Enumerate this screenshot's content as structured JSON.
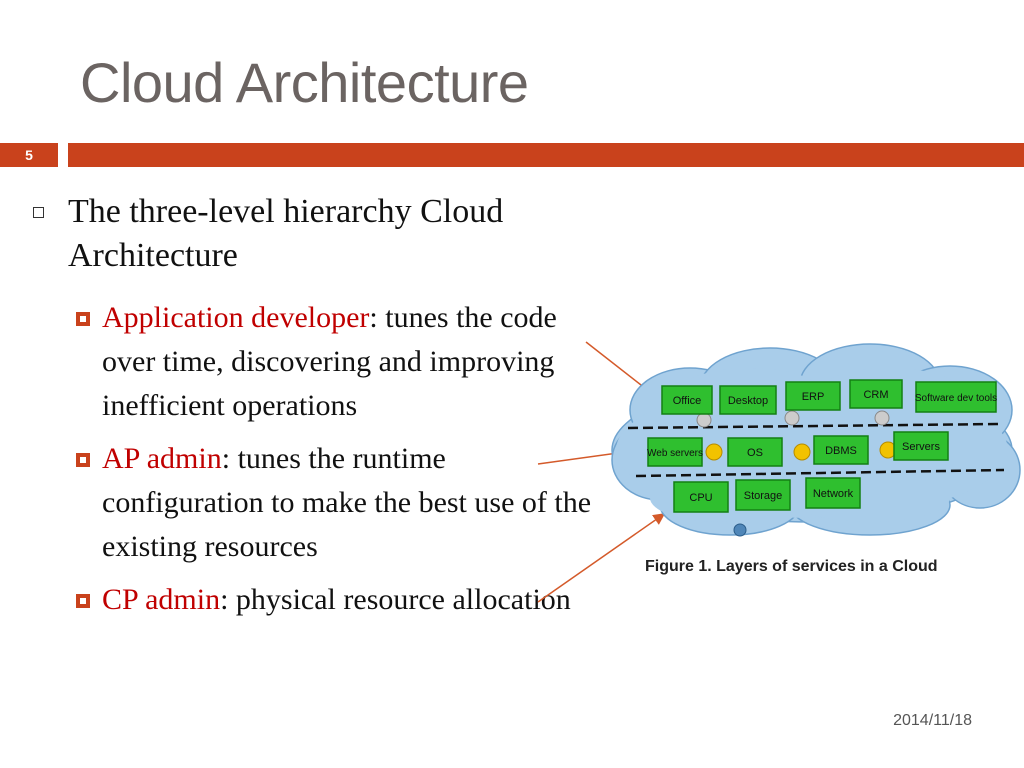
{
  "slide": {
    "title": "Cloud Architecture",
    "number": "5",
    "date": "2014/11/18",
    "accent_color": "#c9421c"
  },
  "content": {
    "bullet": "The three-level hierarchy Cloud Architecture",
    "sub_bullets": [
      {
        "term": "Application developer",
        "text": ": tunes the code over time, discovering and improving inefficient operations"
      },
      {
        "term": "AP admin",
        "text": ": tunes the runtime configuration to make the best use of the existing resources"
      },
      {
        "term": "CP admin",
        "text": ": physical resource allocation"
      }
    ]
  },
  "figure": {
    "caption": "Figure 1. Layers of services in a Cloud",
    "boxes": [
      "Office",
      "Desktop",
      "ERP",
      "CRM",
      "Software dev tools",
      "Web servers",
      "OS",
      "DBMS",
      "Servers",
      "CPU",
      "Storage",
      "Network"
    ]
  }
}
